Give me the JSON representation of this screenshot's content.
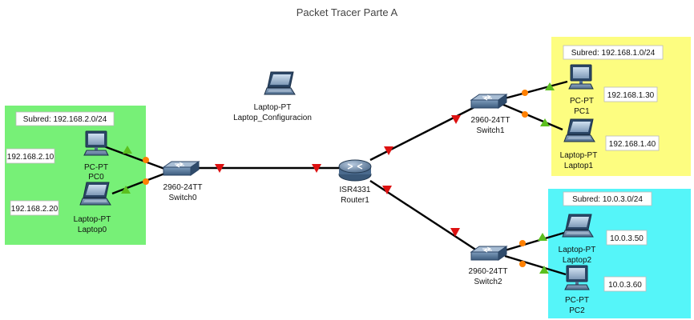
{
  "title": "Packet Tracer Parte A",
  "colors": {
    "zone_a": "#77f077",
    "zone_b": "#fdfd80",
    "zone_c": "#55f5f9",
    "link_up": "#5bbf1f",
    "link_mid": "#ff8000",
    "link_down": "#dd1111"
  },
  "zones": [
    {
      "id": "zone-lan-a",
      "label": "Subred: 192.168.2.0/24"
    },
    {
      "id": "zone-lan-b",
      "label": "Subred: 192.168.1.0/24"
    },
    {
      "id": "zone-lan-c",
      "label": "Subred: 10.0.3.0/24"
    }
  ],
  "devices": [
    {
      "id": "laptop-config",
      "type": "laptop",
      "model": "Laptop-PT",
      "name": "Laptop_Configuracion"
    },
    {
      "id": "pc0",
      "type": "pc",
      "model": "PC-PT",
      "name": "PC0"
    },
    {
      "id": "laptop0",
      "type": "laptop",
      "model": "Laptop-PT",
      "name": "Laptop0"
    },
    {
      "id": "switch0",
      "type": "switch",
      "model": "2960-24TT",
      "name": "Switch0"
    },
    {
      "id": "router1",
      "type": "router",
      "model": "ISR4331",
      "name": "Router1"
    },
    {
      "id": "switch1",
      "type": "switch",
      "model": "2960-24TT",
      "name": "Switch1"
    },
    {
      "id": "pc1",
      "type": "pc",
      "model": "PC-PT",
      "name": "PC1"
    },
    {
      "id": "laptop1",
      "type": "laptop",
      "model": "Laptop-PT",
      "name": "Laptop1"
    },
    {
      "id": "switch2",
      "type": "switch",
      "model": "2960-24TT",
      "name": "Switch2"
    },
    {
      "id": "laptop2",
      "type": "laptop",
      "model": "Laptop-PT",
      "name": "Laptop2"
    },
    {
      "id": "pc2",
      "type": "pc",
      "model": "PC-PT",
      "name": "PC2"
    }
  ],
  "ip_labels": [
    {
      "id": "ip-pc0",
      "text": "192.168.2.10"
    },
    {
      "id": "ip-laptop0",
      "text": "192.168.2.20"
    },
    {
      "id": "ip-pc1",
      "text": "192.168.1.30"
    },
    {
      "id": "ip-laptop1",
      "text": "192.168.1.40"
    },
    {
      "id": "ip-laptop2",
      "text": "10.0.3.50"
    },
    {
      "id": "ip-pc2",
      "text": "10.0.3.60"
    }
  ],
  "links": [
    {
      "from": "pc0",
      "to": "switch0",
      "state_from": "up",
      "state_to": "mid"
    },
    {
      "from": "laptop0",
      "to": "switch0",
      "state_from": "up",
      "state_to": "mid"
    },
    {
      "from": "switch0",
      "to": "router1",
      "state_from": "down",
      "state_to": "down"
    },
    {
      "from": "router1",
      "to": "switch1",
      "state_from": "down",
      "state_to": "down"
    },
    {
      "from": "router1",
      "to": "switch2",
      "state_from": "down",
      "state_to": "down"
    },
    {
      "from": "switch1",
      "to": "pc1",
      "state_from": "mid",
      "state_to": "up"
    },
    {
      "from": "switch1",
      "to": "laptop1",
      "state_from": "mid",
      "state_to": "up"
    },
    {
      "from": "switch2",
      "to": "laptop2",
      "state_from": "mid",
      "state_to": "up"
    },
    {
      "from": "switch2",
      "to": "pc2",
      "state_from": "mid",
      "state_to": "up"
    }
  ]
}
